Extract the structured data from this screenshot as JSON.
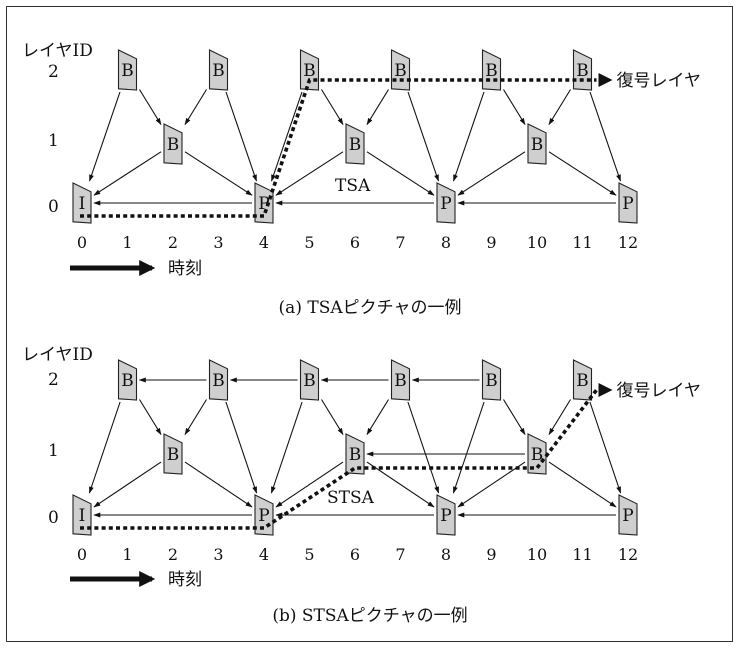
{
  "diagrams": [
    {
      "id": "a",
      "caption": "(a) TSAピクチャの一例",
      "layer_id_label": "レイヤID",
      "layers": [
        "2",
        "1",
        "0"
      ],
      "times": [
        "0",
        "1",
        "2",
        "3",
        "4",
        "5",
        "6",
        "7",
        "8",
        "9",
        "10",
        "11",
        "12"
      ],
      "time_label": "時刻",
      "decode_label": "復号レイヤ",
      "annotation": "TSA",
      "pictures": [
        {
          "time": 0,
          "layer": 0,
          "type": "I"
        },
        {
          "time": 1,
          "layer": 2,
          "type": "B"
        },
        {
          "time": 2,
          "layer": 1,
          "type": "B"
        },
        {
          "time": 3,
          "layer": 2,
          "type": "B"
        },
        {
          "time": 4,
          "layer": 0,
          "type": "P"
        },
        {
          "time": 5,
          "layer": 2,
          "type": "B"
        },
        {
          "time": 6,
          "layer": 1,
          "type": "B"
        },
        {
          "time": 7,
          "layer": 2,
          "type": "B"
        },
        {
          "time": 8,
          "layer": 0,
          "type": "P"
        },
        {
          "time": 9,
          "layer": 2,
          "type": "B"
        },
        {
          "time": 10,
          "layer": 1,
          "type": "B"
        },
        {
          "time": 11,
          "layer": 2,
          "type": "B"
        },
        {
          "time": 12,
          "layer": 0,
          "type": "P"
        }
      ],
      "references": [
        [
          4,
          0
        ],
        [
          8,
          4
        ],
        [
          12,
          8
        ],
        [
          2,
          0
        ],
        [
          2,
          4
        ],
        [
          6,
          4
        ],
        [
          6,
          8
        ],
        [
          10,
          8
        ],
        [
          10,
          12
        ],
        [
          1,
          0
        ],
        [
          1,
          2
        ],
        [
          3,
          2
        ],
        [
          3,
          4
        ],
        [
          5,
          4
        ],
        [
          5,
          6
        ],
        [
          7,
          6
        ],
        [
          7,
          8
        ],
        [
          9,
          8
        ],
        [
          9,
          10
        ],
        [
          11,
          10
        ],
        [
          11,
          12
        ]
      ],
      "decode_path": [
        [
          0,
          0
        ],
        [
          4,
          0
        ],
        [
          5,
          2
        ],
        [
          11,
          2
        ]
      ]
    },
    {
      "id": "b",
      "caption": "(b) STSAピクチャの一例",
      "layer_id_label": "レイヤID",
      "layers": [
        "2",
        "1",
        "0"
      ],
      "times": [
        "0",
        "1",
        "2",
        "3",
        "4",
        "5",
        "6",
        "7",
        "8",
        "9",
        "10",
        "11",
        "12"
      ],
      "time_label": "時刻",
      "decode_label": "復号レイヤ",
      "annotation": "STSA",
      "pictures": [
        {
          "time": 0,
          "layer": 0,
          "type": "I"
        },
        {
          "time": 1,
          "layer": 2,
          "type": "B"
        },
        {
          "time": 2,
          "layer": 1,
          "type": "B"
        },
        {
          "time": 3,
          "layer": 2,
          "type": "B"
        },
        {
          "time": 4,
          "layer": 0,
          "type": "P"
        },
        {
          "time": 5,
          "layer": 2,
          "type": "B"
        },
        {
          "time": 6,
          "layer": 1,
          "type": "B"
        },
        {
          "time": 7,
          "layer": 2,
          "type": "B"
        },
        {
          "time": 8,
          "layer": 0,
          "type": "P"
        },
        {
          "time": 9,
          "layer": 2,
          "type": "B"
        },
        {
          "time": 10,
          "layer": 1,
          "type": "B"
        },
        {
          "time": 11,
          "layer": 2,
          "type": "B"
        },
        {
          "time": 12,
          "layer": 0,
          "type": "P"
        }
      ],
      "references": [
        [
          4,
          0
        ],
        [
          8,
          4
        ],
        [
          12,
          8
        ],
        [
          2,
          0
        ],
        [
          2,
          4
        ],
        [
          6,
          4
        ],
        [
          6,
          8
        ],
        [
          10,
          8
        ],
        [
          10,
          6
        ],
        [
          10,
          12
        ],
        [
          1,
          0
        ],
        [
          1,
          2
        ],
        [
          3,
          2
        ],
        [
          3,
          4
        ],
        [
          3,
          1
        ],
        [
          5,
          4
        ],
        [
          5,
          3
        ],
        [
          5,
          6
        ],
        [
          7,
          6
        ],
        [
          7,
          5
        ],
        [
          7,
          8
        ],
        [
          9,
          8
        ],
        [
          9,
          7
        ],
        [
          9,
          10
        ],
        [
          11,
          10
        ],
        [
          11,
          12
        ]
      ],
      "decode_path": [
        [
          0,
          0
        ],
        [
          4,
          0
        ],
        [
          6,
          1
        ],
        [
          10,
          1
        ],
        [
          11,
          2
        ]
      ]
    }
  ]
}
